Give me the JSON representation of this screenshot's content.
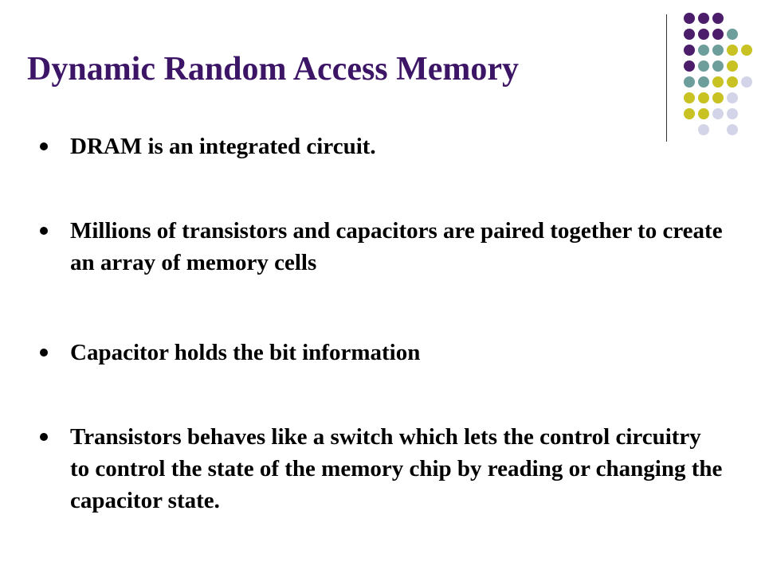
{
  "slide": {
    "title": "Dynamic Random Access Memory",
    "title_color": "#3d1566",
    "bullets": [
      "DRAM is an integrated circuit.",
      "Millions of transistors and capacitors are paired together to create an array of memory cells",
      "Capacitor holds the bit information",
      "Transistors behaves like a switch which lets the control circuitry to control the state of the memory chip by reading or changing the capacitor state."
    ]
  },
  "decor": {
    "palette": {
      "purple": "#4b1d6b",
      "teal": "#6e9e9b",
      "olive": "#c8c223",
      "lavender": "#d4d4e8"
    }
  }
}
